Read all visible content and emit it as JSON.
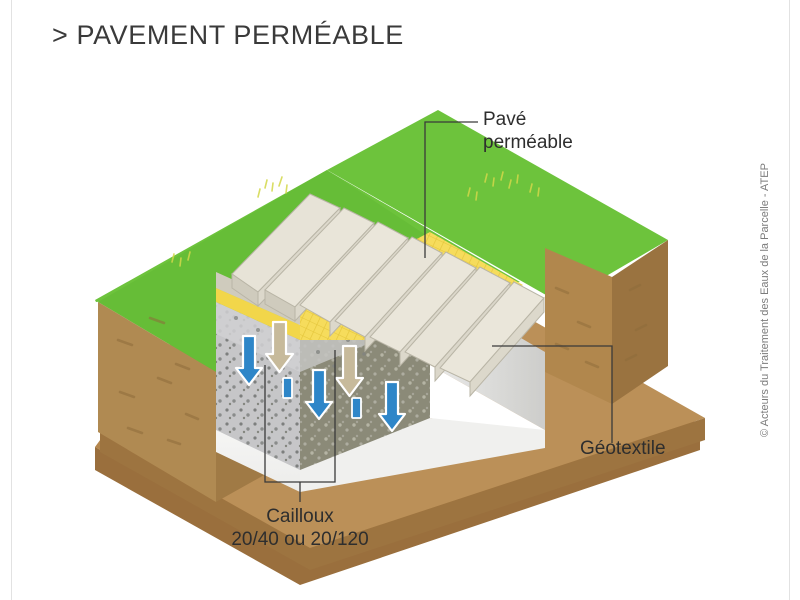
{
  "page": {
    "title": "> PAVEMENT PERMÉABLE",
    "copyright": "© Acteurs du Traitement des Eaux de la Parcelle - ATEP",
    "background_color": "#ffffff",
    "border_color": "#e2e2e2"
  },
  "callouts": {
    "paver": "Pavé\nperméable",
    "geotextile": "Géotextile",
    "gravel": "Cailloux\n20/40 ou 20/120"
  },
  "diagram": {
    "type": "isometric-cross-section",
    "subject": "permeable pavement build-up",
    "layers": [
      {
        "name": "paver",
        "label": "Pavé perméable",
        "color": "#e3dfd2"
      },
      {
        "name": "sand",
        "label": "Lit de pose (sable)",
        "color": "#f3d84f"
      },
      {
        "name": "gravel",
        "label": "Cailloux 20/40 ou 20/120",
        "color": "#c9c9c9"
      },
      {
        "name": "geotextile",
        "label": "Géotextile",
        "color": "#f4f4f2"
      },
      {
        "name": "soil",
        "label": "Sol",
        "color": "#b08a52"
      },
      {
        "name": "grass",
        "label": "Gazon",
        "color": "#63bb35"
      }
    ],
    "flow_arrows": {
      "water_color": "#2e86c8",
      "water_count": 6,
      "soil_color": "#c7ba9b",
      "soil_count": 3,
      "direction": "down"
    },
    "leader_line_color": "#3a3a3a"
  }
}
